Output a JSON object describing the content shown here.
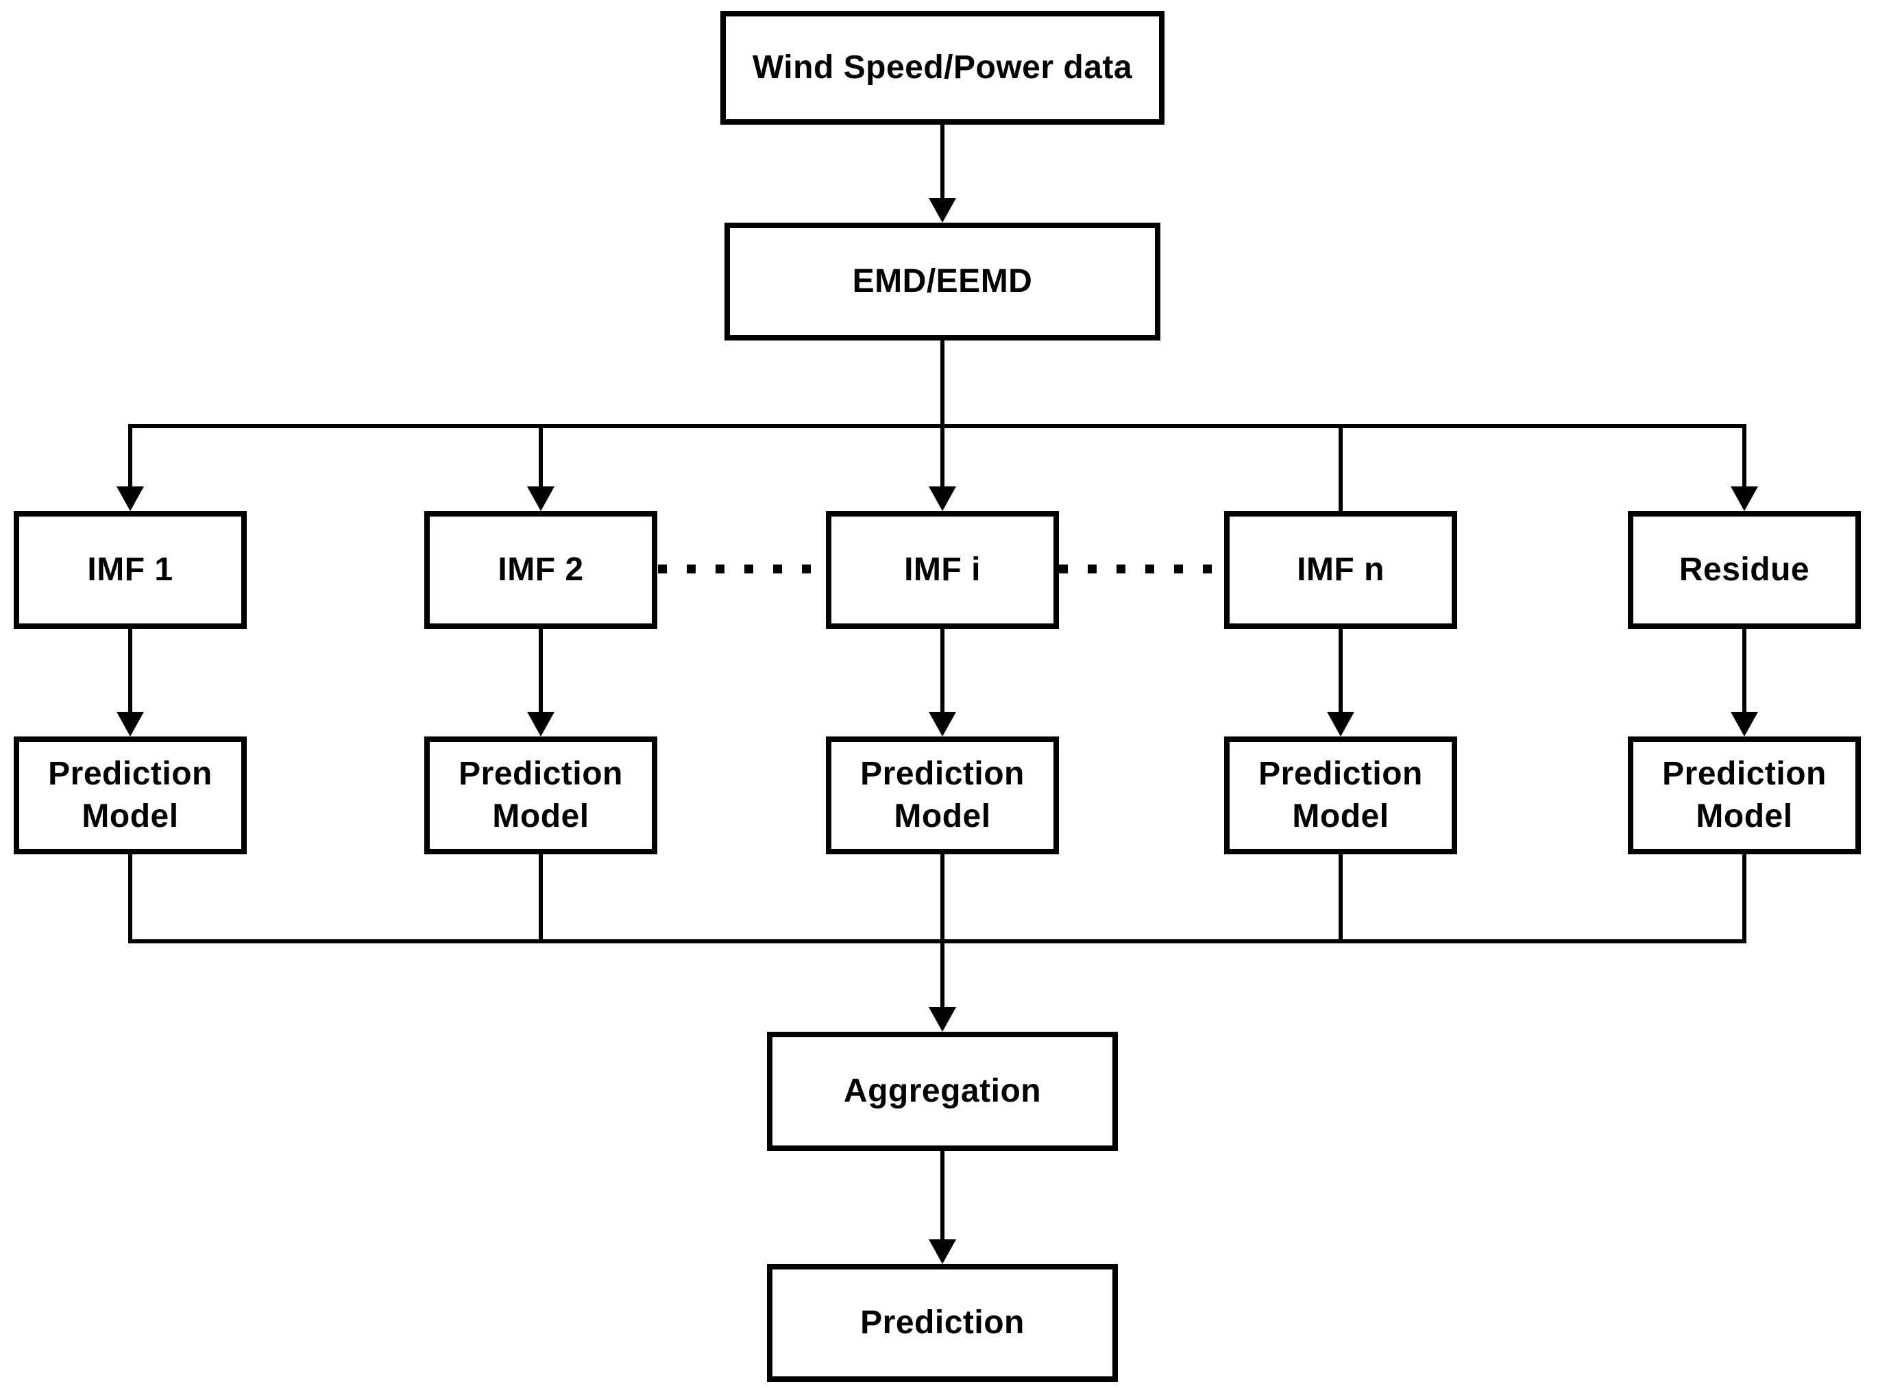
{
  "colors": {
    "line": "#000000",
    "background": "#ffffff",
    "box_fill": "#ffffff"
  },
  "nodes": {
    "input": {
      "label": "Wind Speed/Power data"
    },
    "decomposition": {
      "label": "EMD/EEMD"
    },
    "components": [
      {
        "label": "IMF 1"
      },
      {
        "label": "IMF 2"
      },
      {
        "label": "IMF i"
      },
      {
        "label": "IMF n"
      },
      {
        "label": "Residue"
      }
    ],
    "models": [
      {
        "label": "Prediction Model"
      },
      {
        "label": "Prediction Model"
      },
      {
        "label": "Prediction Model"
      },
      {
        "label": "Prediction Model"
      },
      {
        "label": "Prediction Model"
      }
    ],
    "aggregation": {
      "label": "Aggregation"
    },
    "output": {
      "label": "Prediction"
    }
  }
}
